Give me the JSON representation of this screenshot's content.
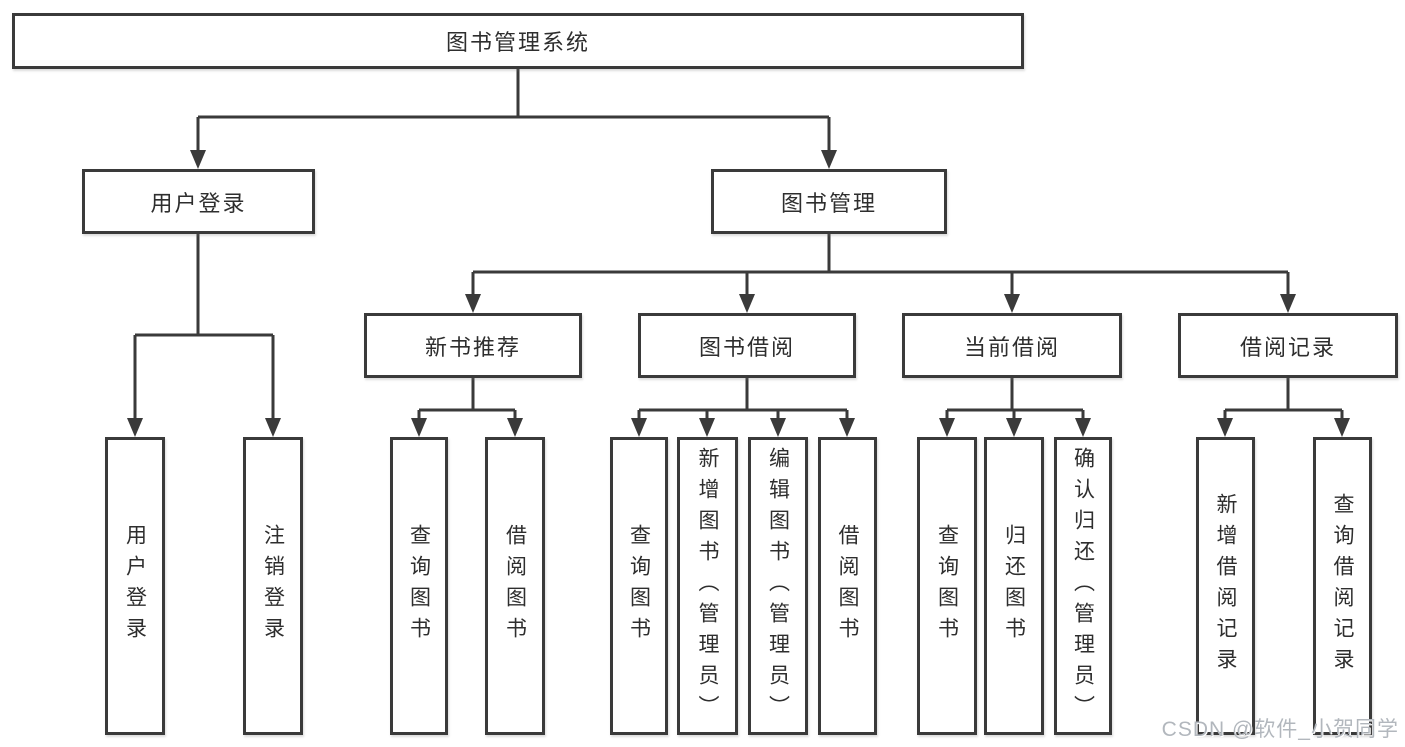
{
  "diagram": {
    "title": "图书管理系统",
    "watermark": "CSDN @软件_小贺同学",
    "colors": {
      "line": "#3a3a3a",
      "box_border": "#3a3a3a",
      "box_background": "#ffffff",
      "text": "#2e2e2e",
      "watermark": "#b2b7bd"
    },
    "tree": {
      "root": {
        "label": "图书管理系统",
        "children": [
          {
            "label": "用户登录",
            "children": [
              {
                "label": "用户登录"
              },
              {
                "label": "注销登录"
              }
            ]
          },
          {
            "label": "图书管理",
            "children": [
              {
                "label": "新书推荐",
                "children": [
                  {
                    "label": "查询图书"
                  },
                  {
                    "label": "借阅图书"
                  }
                ]
              },
              {
                "label": "图书借阅",
                "children": [
                  {
                    "label": "查询图书"
                  },
                  {
                    "label": "新增图书（管理员）"
                  },
                  {
                    "label": "编辑图书（管理员）"
                  },
                  {
                    "label": "借阅图书"
                  }
                ]
              },
              {
                "label": "当前借阅",
                "children": [
                  {
                    "label": "查询图书"
                  },
                  {
                    "label": "归还图书"
                  },
                  {
                    "label": "确认归还（管理员）"
                  }
                ]
              },
              {
                "label": "借阅记录",
                "children": [
                  {
                    "label": "新增借阅记录"
                  },
                  {
                    "label": "查询借阅记录"
                  }
                ]
              }
            ]
          }
        ]
      }
    }
  }
}
